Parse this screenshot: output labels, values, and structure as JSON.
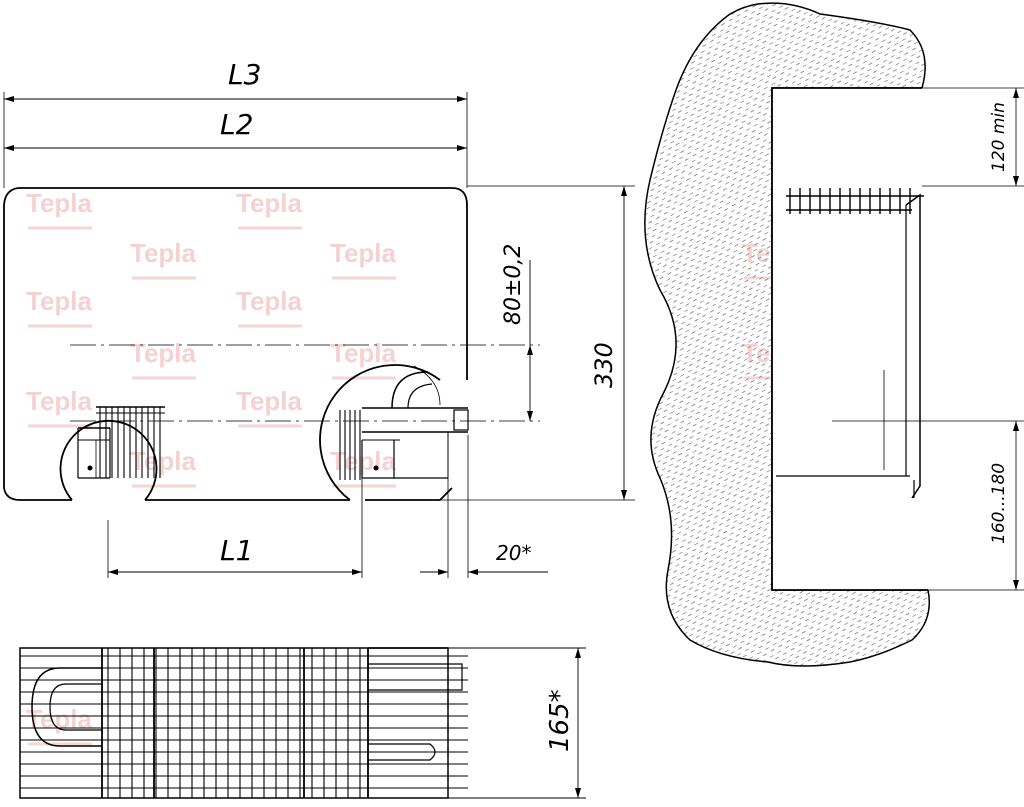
{
  "labels": {
    "l3": "L3",
    "l2": "L2",
    "l1": "L1",
    "dim_80": "80±0,2",
    "dim_330": "330",
    "dim_20": "20*",
    "dim_165": "165*",
    "dim_120": "120 min",
    "dim_160_180": "160...180"
  },
  "watermark": {
    "text": "Tepla",
    "color": "#f2c4c4"
  }
}
